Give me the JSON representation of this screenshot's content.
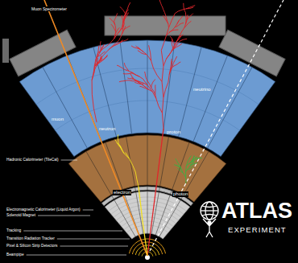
{
  "diagram": {
    "labels": [
      "Muon Spectrometer",
      "muon",
      "neutrino",
      "neutron",
      "proton",
      "Hadronic Calorimeter (TileCal)",
      "electron",
      "photon",
      "Electromagnetic Calorimeter (Liquid Argon)",
      "Solenoid Magnet",
      "Tracking",
      "Transition Radiation Tracker",
      "Pixel & Silicon Strip Detectors",
      "Beampipe",
      "ATLAS",
      "EXPERIMENT"
    ]
  }
}
